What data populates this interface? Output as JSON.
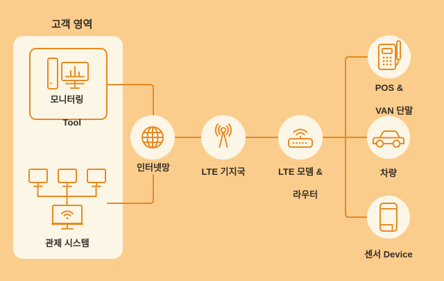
{
  "title": "고객 영역",
  "customer_area": {
    "monitoring_tool": {
      "label_line1": "모니터링",
      "label_line2": "Tool"
    },
    "control_system": {
      "label": "관제 시스템"
    }
  },
  "nodes": {
    "internet": {
      "label": "인터넷망"
    },
    "lte_base_station": {
      "label": "LTE 기지국"
    },
    "lte_modem_router": {
      "label_line1": "LTE 모뎀 &",
      "label_line2": "라우터"
    },
    "pos_van": {
      "label_line1": "POS &",
      "label_line2": "VAN 단말"
    },
    "vehicle": {
      "label": "차량"
    },
    "sensor_device": {
      "label": "센서 Device"
    }
  },
  "icons": {
    "monitoring_tool": "desktop-monitor-chart-icon",
    "control_system": "monitor-wifi-network-icon",
    "internet": "globe-icon",
    "lte_base_station": "antenna-tower-icon",
    "lte_modem_router": "wifi-router-icon",
    "pos_van": "pos-terminal-icon",
    "vehicle": "car-icon",
    "sensor_device": "sensor-tablet-icon"
  },
  "colors": {
    "background": "#FBCD8C",
    "panel": "#FCF6E7",
    "accent": "#E8891F",
    "text": "#332E26"
  }
}
